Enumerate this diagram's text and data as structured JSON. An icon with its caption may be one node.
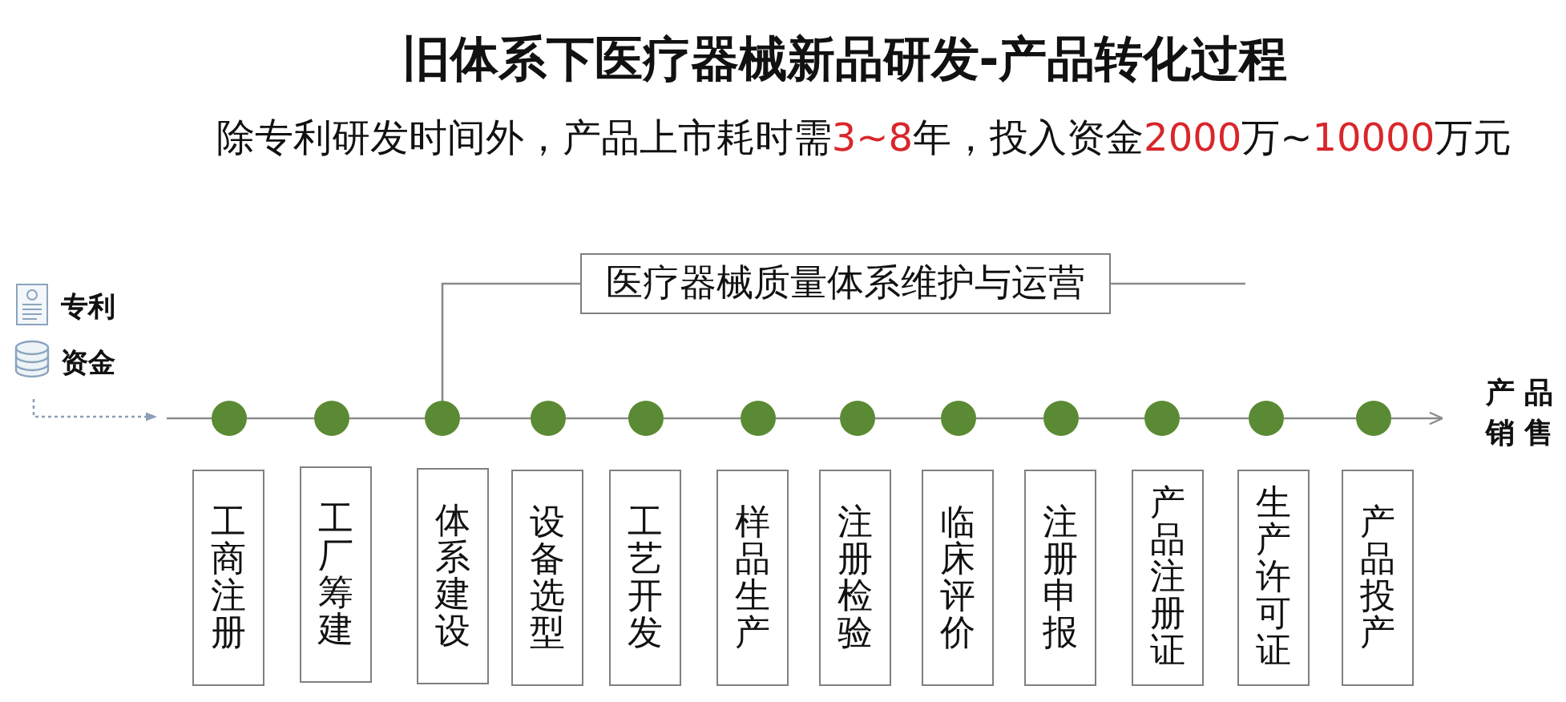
{
  "diagram": {
    "title": "旧体系下医疗器械新品研发-产品转化过程",
    "nodes": [
      {
        "text": [
          "专利"
        ]
      },
      {
        "text": [
          "资金"
        ]
      },
      {
        "text": [
          "医疗器械质量体系维护与运营"
        ]
      },
      {
        "text": [],
        "shape": "circle"
      },
      {
        "text": [],
        "shape": "circle"
      },
      {
        "text": [],
        "shape": "circle"
      },
      {
        "text": [],
        "shape": "circle"
      },
      {
        "text": [],
        "shape": "circle"
      },
      {
        "text": [],
        "shape": "circle"
      },
      {
        "text": [],
        "shape": "circle"
      },
      {
        "text": [],
        "shape": "circle"
      },
      {
        "text": [],
        "shape": "circle"
      },
      {
        "text": [],
        "shape": "circle"
      },
      {
        "text": [],
        "shape": "circle"
      },
      {
        "text": [],
        "shape": "circle"
      },
      {
        "text": [
          "产品销售"
        ]
      },
      {
        "text": [
          "工商注册"
        ]
      },
      {
        "text": [
          "工厂筹建"
        ]
      },
      {
        "text": [
          "体系建设"
        ]
      },
      {
        "text": [
          "设备选型"
        ]
      },
      {
        "text": [
          "工艺开发"
        ]
      },
      {
        "text": [
          "样品生产"
        ]
      },
      {
        "text": [
          "注册检验"
        ]
      },
      {
        "text": [
          "临床评价"
        ]
      },
      {
        "text": [
          "注册申报"
        ]
      },
      {
        "text": [
          "产品注册证"
        ]
      },
      {
        "text": [
          "生产许可证"
        ]
      },
      {
        "text": [
          "产品投产"
        ]
      }
    ],
    "edges": [
      {
        "from": 1,
        "to": null,
        "arrow": "to",
        "style": "dashed",
        "color": "#8c9fb4"
      },
      {
        "from": null,
        "to": 3,
        "arrow": "none"
      },
      {
        "from": 3,
        "to": 4,
        "arrow": "none"
      },
      {
        "from": 4,
        "to": 5,
        "arrow": "none"
      },
      {
        "from": 5,
        "to": 6,
        "arrow": "none"
      },
      {
        "from": 6,
        "to": 7,
        "arrow": "none"
      },
      {
        "from": 7,
        "to": 8,
        "arrow": "none"
      },
      {
        "from": 8,
        "to": 9,
        "arrow": "none"
      },
      {
        "from": 9,
        "to": 10,
        "arrow": "none"
      },
      {
        "from": 10,
        "to": 11,
        "arrow": "none"
      },
      {
        "from": 11,
        "to": 12,
        "arrow": "none"
      },
      {
        "from": 12,
        "to": 13,
        "arrow": "none"
      },
      {
        "from": 13,
        "to": 14,
        "arrow": "none"
      },
      {
        "from": 14,
        "to": 15,
        "arrow": "to"
      },
      {
        "from": 5,
        "to": 2,
        "arrow": "none"
      },
      {
        "from": 2,
        "to": null,
        "arrow": "none"
      }
    ],
    "labels": [
      "除专利研发时间外，产品上市耗时需**3~8**年，投入资金**2000**万~**10000**万元"
    ]
  }
}
